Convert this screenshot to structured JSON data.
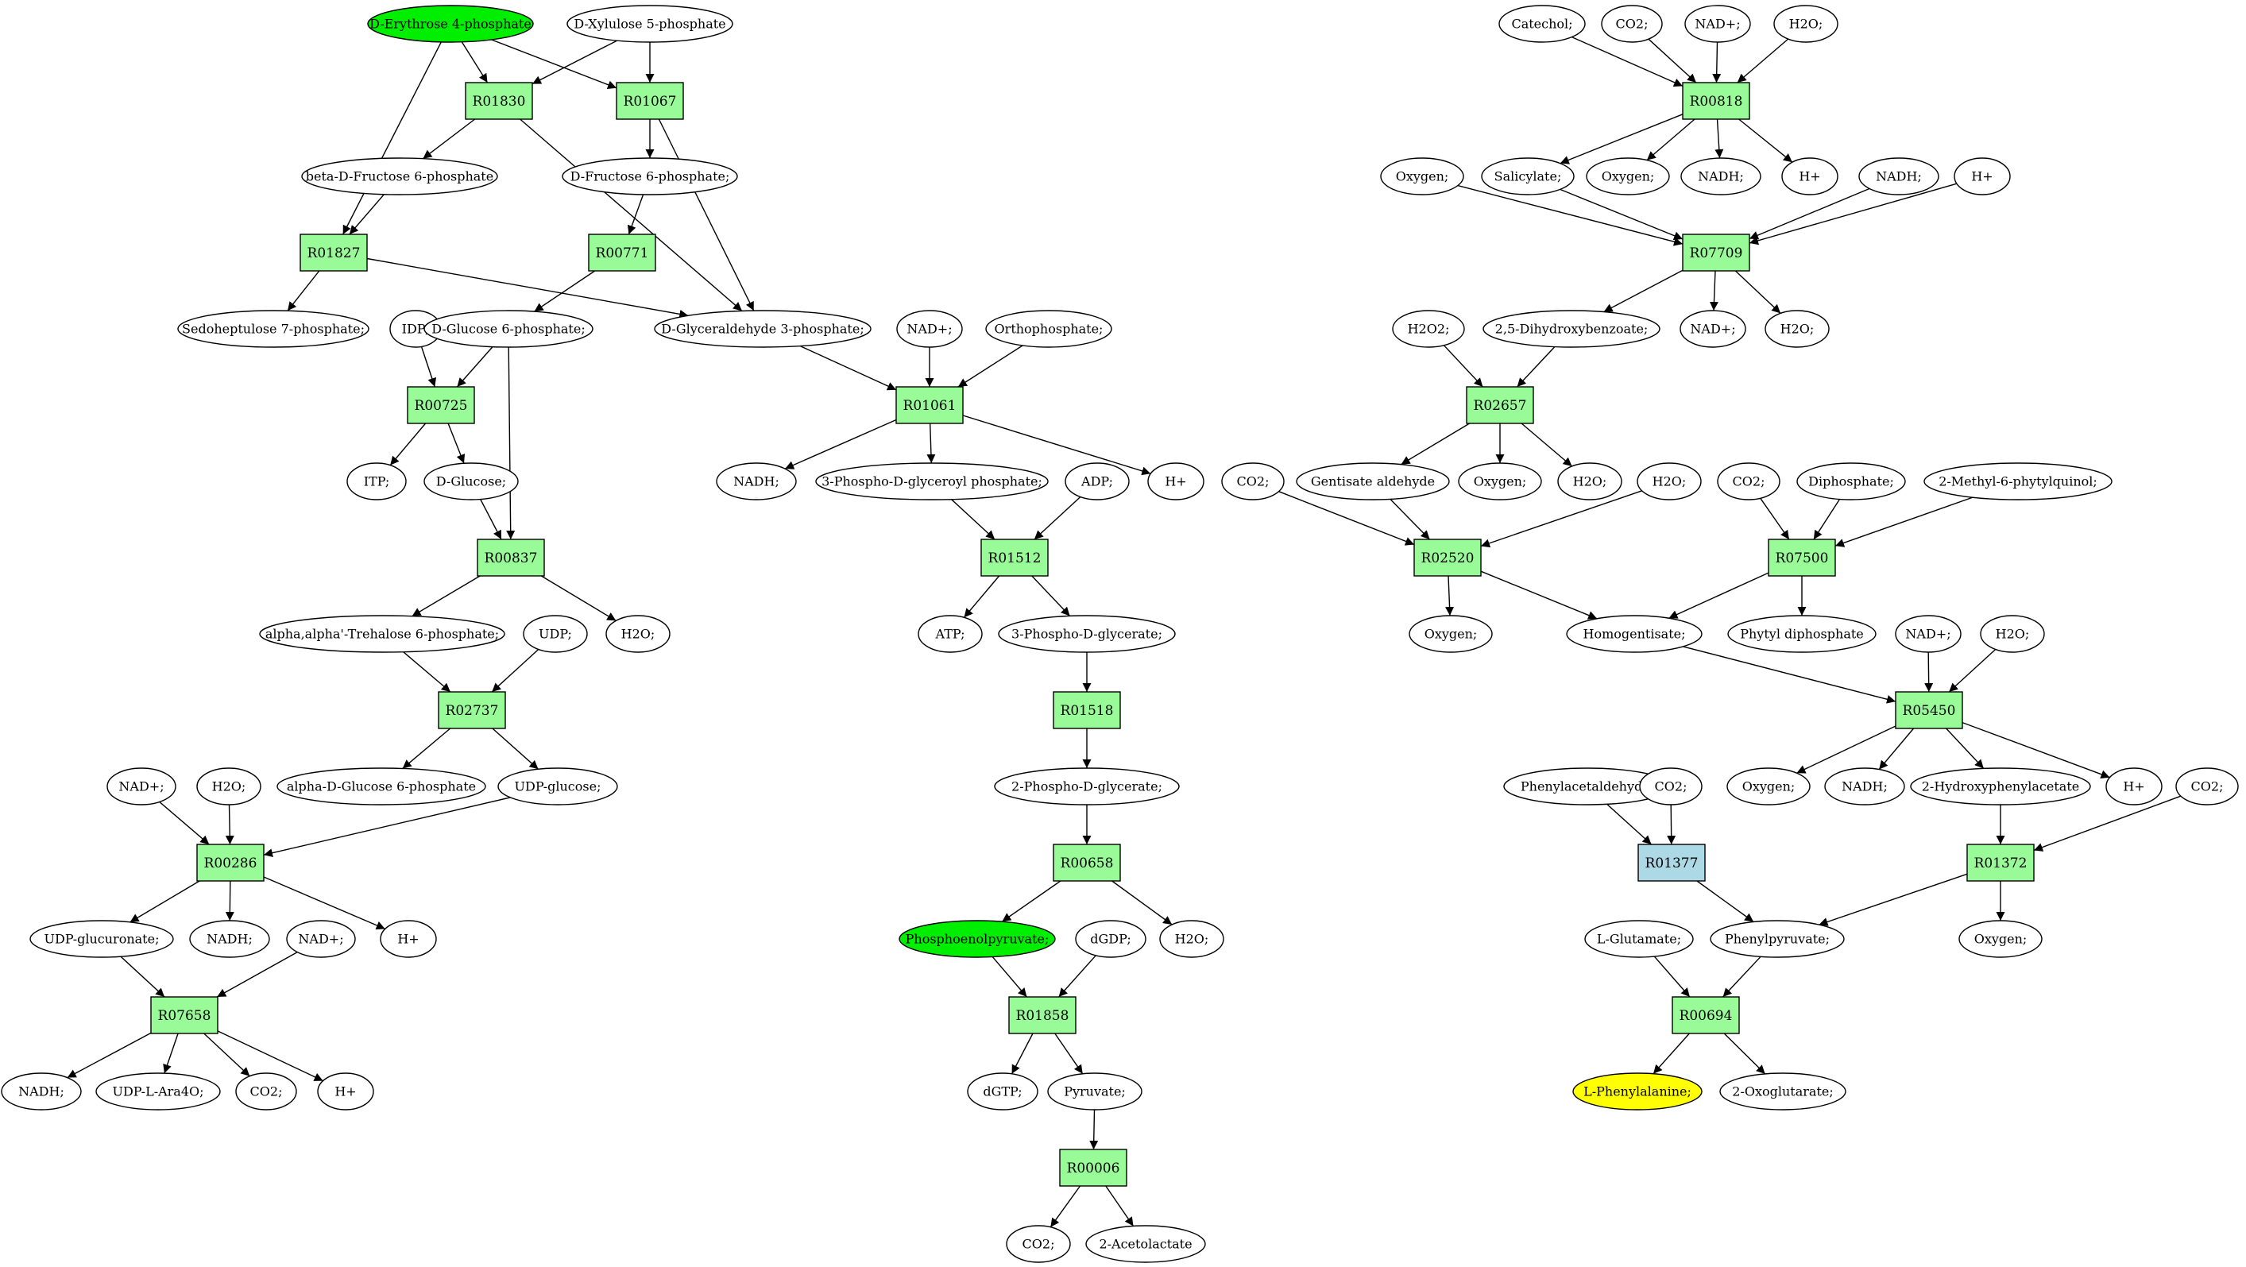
{
  "colors": {
    "compound_default": "#ffffff",
    "compound_start": "#00ee00",
    "compound_target": "#ffff00",
    "reaction_default": "#98fb98",
    "reaction_highlight": "#add8e6",
    "edge": "#000000"
  },
  "compounds": [
    {
      "id": "c_e4p",
      "label": "D-Erythrose 4-phosphate",
      "role": "start"
    },
    {
      "id": "c_x5p",
      "label": "D-Xylulose 5-phosphate"
    },
    {
      "id": "c_bf6p",
      "label": "beta-D-Fructose 6-phosphate"
    },
    {
      "id": "c_f6p",
      "label": "D-Fructose 6-phosphate;"
    },
    {
      "id": "c_s7p",
      "label": "Sedoheptulose 7-phosphate;"
    },
    {
      "id": "c_idp",
      "label": "IDP;"
    },
    {
      "id": "c_g6p",
      "label": "D-Glucose 6-phosphate;"
    },
    {
      "id": "c_gap",
      "label": "D-Glyceraldehyde 3-phosphate;"
    },
    {
      "id": "c_nad1",
      "label": "NAD+;"
    },
    {
      "id": "c_pi",
      "label": "Orthophosphate;"
    },
    {
      "id": "c_itp",
      "label": "ITP;"
    },
    {
      "id": "c_glc",
      "label": "D-Glucose;"
    },
    {
      "id": "c_nadh1",
      "label": "NADH;"
    },
    {
      "id": "c_13bpg",
      "label": "3-Phospho-D-glyceroyl phosphate;"
    },
    {
      "id": "c_adp",
      "label": "ADP;"
    },
    {
      "id": "c_h1",
      "label": "H+"
    },
    {
      "id": "c_t6p",
      "label": "alpha,alpha'-Trehalose 6-phosphate;"
    },
    {
      "id": "c_udp",
      "label": "UDP;"
    },
    {
      "id": "c_h2o1",
      "label": "H2O;"
    },
    {
      "id": "c_atp",
      "label": "ATP;"
    },
    {
      "id": "c_3pg",
      "label": "3-Phospho-D-glycerate;"
    },
    {
      "id": "c_ag6p",
      "label": "alpha-D-Glucose 6-phosphate"
    },
    {
      "id": "c_udpg",
      "label": "UDP-glucose;"
    },
    {
      "id": "c_2pg",
      "label": "2-Phospho-D-glycerate;"
    },
    {
      "id": "c_nad2",
      "label": "NAD+;"
    },
    {
      "id": "c_h2o2",
      "label": "H2O;"
    },
    {
      "id": "c_udpgl",
      "label": "UDP-glucuronate;"
    },
    {
      "id": "c_nadh2",
      "label": "NADH;"
    },
    {
      "id": "c_nad3",
      "label": "NAD+;"
    },
    {
      "id": "c_h2",
      "label": "H+"
    },
    {
      "id": "c_pep",
      "label": "Phosphoenolpyruvate;",
      "role": "start"
    },
    {
      "id": "c_dgdp",
      "label": "dGDP;"
    },
    {
      "id": "c_h2o3",
      "label": "H2O;"
    },
    {
      "id": "c_nadh3",
      "label": "NADH;"
    },
    {
      "id": "c_udpara",
      "label": "UDP-L-Ara4O;"
    },
    {
      "id": "c_co2a",
      "label": "CO2;"
    },
    {
      "id": "c_h3",
      "label": "H+"
    },
    {
      "id": "c_dgtp",
      "label": "dGTP;"
    },
    {
      "id": "c_pyr",
      "label": "Pyruvate;"
    },
    {
      "id": "c_co2b",
      "label": "CO2;"
    },
    {
      "id": "c_acl",
      "label": "2-Acetolactate"
    },
    {
      "id": "c_cat",
      "label": "Catechol;"
    },
    {
      "id": "c_co2c",
      "label": "CO2;"
    },
    {
      "id": "c_nad4",
      "label": "NAD+;"
    },
    {
      "id": "c_h2o4",
      "label": "H2O;"
    },
    {
      "id": "c_o2a",
      "label": "Oxygen;"
    },
    {
      "id": "c_sal",
      "label": "Salicylate;"
    },
    {
      "id": "c_o2b",
      "label": "Oxygen;"
    },
    {
      "id": "c_nadh4",
      "label": "NADH;"
    },
    {
      "id": "c_h4",
      "label": "H+"
    },
    {
      "id": "c_nadh5",
      "label": "NADH;"
    },
    {
      "id": "c_h5",
      "label": "H+"
    },
    {
      "id": "c_h2o2a",
      "label": "H2O2;"
    },
    {
      "id": "c_dhb",
      "label": "2,5-Dihydroxybenzoate;"
    },
    {
      "id": "c_nad5",
      "label": "NAD+;"
    },
    {
      "id": "c_h2o5",
      "label": "H2O;"
    },
    {
      "id": "c_co2d",
      "label": "CO2;"
    },
    {
      "id": "c_gal",
      "label": "Gentisate aldehyde"
    },
    {
      "id": "c_o2c",
      "label": "Oxygen;"
    },
    {
      "id": "c_h2o6",
      "label": "H2O;"
    },
    {
      "id": "c_h2o7",
      "label": "H2O;"
    },
    {
      "id": "c_co2e",
      "label": "CO2;"
    },
    {
      "id": "c_dip",
      "label": "Diphosphate;"
    },
    {
      "id": "c_mpq",
      "label": "2-Methyl-6-phytylquinol;"
    },
    {
      "id": "c_o2d",
      "label": "Oxygen;"
    },
    {
      "id": "c_hga",
      "label": "Homogentisate;"
    },
    {
      "id": "c_phdp",
      "label": "Phytyl diphosphate"
    },
    {
      "id": "c_nad6",
      "label": "NAD+;"
    },
    {
      "id": "c_h2o8",
      "label": "H2O;"
    },
    {
      "id": "c_paa",
      "label": "Phenylacetaldehyde;"
    },
    {
      "id": "c_co2f",
      "label": "CO2;"
    },
    {
      "id": "c_o2e",
      "label": "Oxygen;"
    },
    {
      "id": "c_nadh6",
      "label": "NADH;"
    },
    {
      "id": "c_hpa",
      "label": "2-Hydroxyphenylacetate"
    },
    {
      "id": "c_h6",
      "label": "H+"
    },
    {
      "id": "c_co2g",
      "label": "CO2;"
    },
    {
      "id": "c_glu",
      "label": "L-Glutamate;"
    },
    {
      "id": "c_ppyr",
      "label": "Phenylpyruvate;"
    },
    {
      "id": "c_o2f",
      "label": "Oxygen;"
    },
    {
      "id": "c_phe",
      "label": "L-Phenylalanine;",
      "role": "target"
    },
    {
      "id": "c_oxg",
      "label": "2-Oxoglutarate;"
    }
  ],
  "reactions": [
    {
      "id": "r01830",
      "label": "R01830"
    },
    {
      "id": "r01067",
      "label": "R01067"
    },
    {
      "id": "r01827",
      "label": "R01827"
    },
    {
      "id": "r00771",
      "label": "R00771"
    },
    {
      "id": "r00725",
      "label": "R00725"
    },
    {
      "id": "r01061",
      "label": "R01061"
    },
    {
      "id": "r00837",
      "label": "R00837"
    },
    {
      "id": "r01512",
      "label": "R01512"
    },
    {
      "id": "r02737",
      "label": "R02737"
    },
    {
      "id": "r01518",
      "label": "R01518"
    },
    {
      "id": "r00286",
      "label": "R00286"
    },
    {
      "id": "r00658",
      "label": "R00658"
    },
    {
      "id": "r07658",
      "label": "R07658"
    },
    {
      "id": "r01858",
      "label": "R01858"
    },
    {
      "id": "r00006",
      "label": "R00006"
    },
    {
      "id": "r00818",
      "label": "R00818"
    },
    {
      "id": "r07709",
      "label": "R07709"
    },
    {
      "id": "r02657",
      "label": "R02657"
    },
    {
      "id": "r02520",
      "label": "R02520"
    },
    {
      "id": "r07500",
      "label": "R07500"
    },
    {
      "id": "r05450",
      "label": "R05450"
    },
    {
      "id": "r01377",
      "label": "R01377",
      "role": "highlight"
    },
    {
      "id": "r01372",
      "label": "R01372"
    },
    {
      "id": "r00694",
      "label": "R00694"
    }
  ],
  "edges": [
    [
      "c_e4p",
      "r01830"
    ],
    [
      "c_x5p",
      "r01830"
    ],
    [
      "c_e4p",
      "r01067"
    ],
    [
      "c_x5p",
      "r01067"
    ],
    [
      "c_e4p",
      "r01827"
    ],
    [
      "r01830",
      "c_bf6p"
    ],
    [
      "r01830",
      "c_gap"
    ],
    [
      "r01067",
      "c_f6p"
    ],
    [
      "r01067",
      "c_gap"
    ],
    [
      "c_bf6p",
      "r01827"
    ],
    [
      "r01827",
      "c_s7p"
    ],
    [
      "r01827",
      "c_gap"
    ],
    [
      "c_f6p",
      "r00771"
    ],
    [
      "r00771",
      "c_g6p"
    ],
    [
      "c_idp",
      "r00725"
    ],
    [
      "c_g6p",
      "r00725"
    ],
    [
      "r00725",
      "c_itp"
    ],
    [
      "r00725",
      "c_glc"
    ],
    [
      "c_glc",
      "r00837"
    ],
    [
      "c_g6p",
      "r00837"
    ],
    [
      "r00837",
      "c_t6p"
    ],
    [
      "r00837",
      "c_h2o1"
    ],
    [
      "c_t6p",
      "r02737"
    ],
    [
      "c_udp",
      "r02737"
    ],
    [
      "r02737",
      "c_ag6p"
    ],
    [
      "r02737",
      "c_udpg"
    ],
    [
      "c_nad2",
      "r00286"
    ],
    [
      "c_h2o2",
      "r00286"
    ],
    [
      "c_udpg",
      "r00286"
    ],
    [
      "r00286",
      "c_udpgl"
    ],
    [
      "r00286",
      "c_nadh2"
    ],
    [
      "r00286",
      "c_h2"
    ],
    [
      "c_udpgl",
      "r07658"
    ],
    [
      "c_nad3",
      "r07658"
    ],
    [
      "r07658",
      "c_nadh3"
    ],
    [
      "r07658",
      "c_udpara"
    ],
    [
      "r07658",
      "c_co2a"
    ],
    [
      "r07658",
      "c_h3"
    ],
    [
      "c_gap",
      "r01061"
    ],
    [
      "c_nad1",
      "r01061"
    ],
    [
      "c_pi",
      "r01061"
    ],
    [
      "r01061",
      "c_nadh1"
    ],
    [
      "r01061",
      "c_13bpg"
    ],
    [
      "r01061",
      "c_h1"
    ],
    [
      "c_13bpg",
      "r01512"
    ],
    [
      "c_adp",
      "r01512"
    ],
    [
      "r01512",
      "c_atp"
    ],
    [
      "r01512",
      "c_3pg"
    ],
    [
      "c_3pg",
      "r01518"
    ],
    [
      "r01518",
      "c_2pg"
    ],
    [
      "c_2pg",
      "r00658"
    ],
    [
      "r00658",
      "c_pep"
    ],
    [
      "r00658",
      "c_h2o3"
    ],
    [
      "c_pep",
      "r01858"
    ],
    [
      "c_dgdp",
      "r01858"
    ],
    [
      "r01858",
      "c_dgtp"
    ],
    [
      "r01858",
      "c_pyr"
    ],
    [
      "c_pyr",
      "r00006"
    ],
    [
      "r00006",
      "c_co2b"
    ],
    [
      "r00006",
      "c_acl"
    ],
    [
      "c_cat",
      "r00818"
    ],
    [
      "c_co2c",
      "r00818"
    ],
    [
      "c_nad4",
      "r00818"
    ],
    [
      "c_h2o4",
      "r00818"
    ],
    [
      "r00818",
      "c_sal"
    ],
    [
      "r00818",
      "c_o2b"
    ],
    [
      "r00818",
      "c_nadh4"
    ],
    [
      "r00818",
      "c_h4"
    ],
    [
      "c_o2a",
      "r07709"
    ],
    [
      "c_sal",
      "r07709"
    ],
    [
      "c_nadh5",
      "r07709"
    ],
    [
      "c_h5",
      "r07709"
    ],
    [
      "r07709",
      "c_dhb"
    ],
    [
      "r07709",
      "c_nad5"
    ],
    [
      "r07709",
      "c_h2o5"
    ],
    [
      "c_h2o2a",
      "r02657"
    ],
    [
      "c_dhb",
      "r02657"
    ],
    [
      "r02657",
      "c_gal"
    ],
    [
      "r02657",
      "c_o2c"
    ],
    [
      "r02657",
      "c_h2o6"
    ],
    [
      "c_co2d",
      "r02520"
    ],
    [
      "c_gal",
      "r02520"
    ],
    [
      "c_h2o7",
      "r02520"
    ],
    [
      "r02520",
      "c_o2d"
    ],
    [
      "r02520",
      "c_hga"
    ],
    [
      "c_co2e",
      "r07500"
    ],
    [
      "c_dip",
      "r07500"
    ],
    [
      "c_mpq",
      "r07500"
    ],
    [
      "r07500",
      "c_hga"
    ],
    [
      "r07500",
      "c_phdp"
    ],
    [
      "c_hga",
      "r05450"
    ],
    [
      "c_nad6",
      "r05450"
    ],
    [
      "c_h2o8",
      "r05450"
    ],
    [
      "r05450",
      "c_o2e"
    ],
    [
      "r05450",
      "c_nadh6"
    ],
    [
      "r05450",
      "c_hpa"
    ],
    [
      "r05450",
      "c_h6"
    ],
    [
      "c_hpa",
      "r01372"
    ],
    [
      "c_co2g",
      "r01372"
    ],
    [
      "r01372",
      "c_ppyr"
    ],
    [
      "r01372",
      "c_o2f"
    ],
    [
      "c_paa",
      "r01377"
    ],
    [
      "c_co2f",
      "r01377"
    ],
    [
      "r01377",
      "c_ppyr"
    ],
    [
      "c_glu",
      "r00694"
    ],
    [
      "c_ppyr",
      "r00694"
    ],
    [
      "r00694",
      "c_phe"
    ],
    [
      "r00694",
      "c_oxg"
    ]
  ]
}
